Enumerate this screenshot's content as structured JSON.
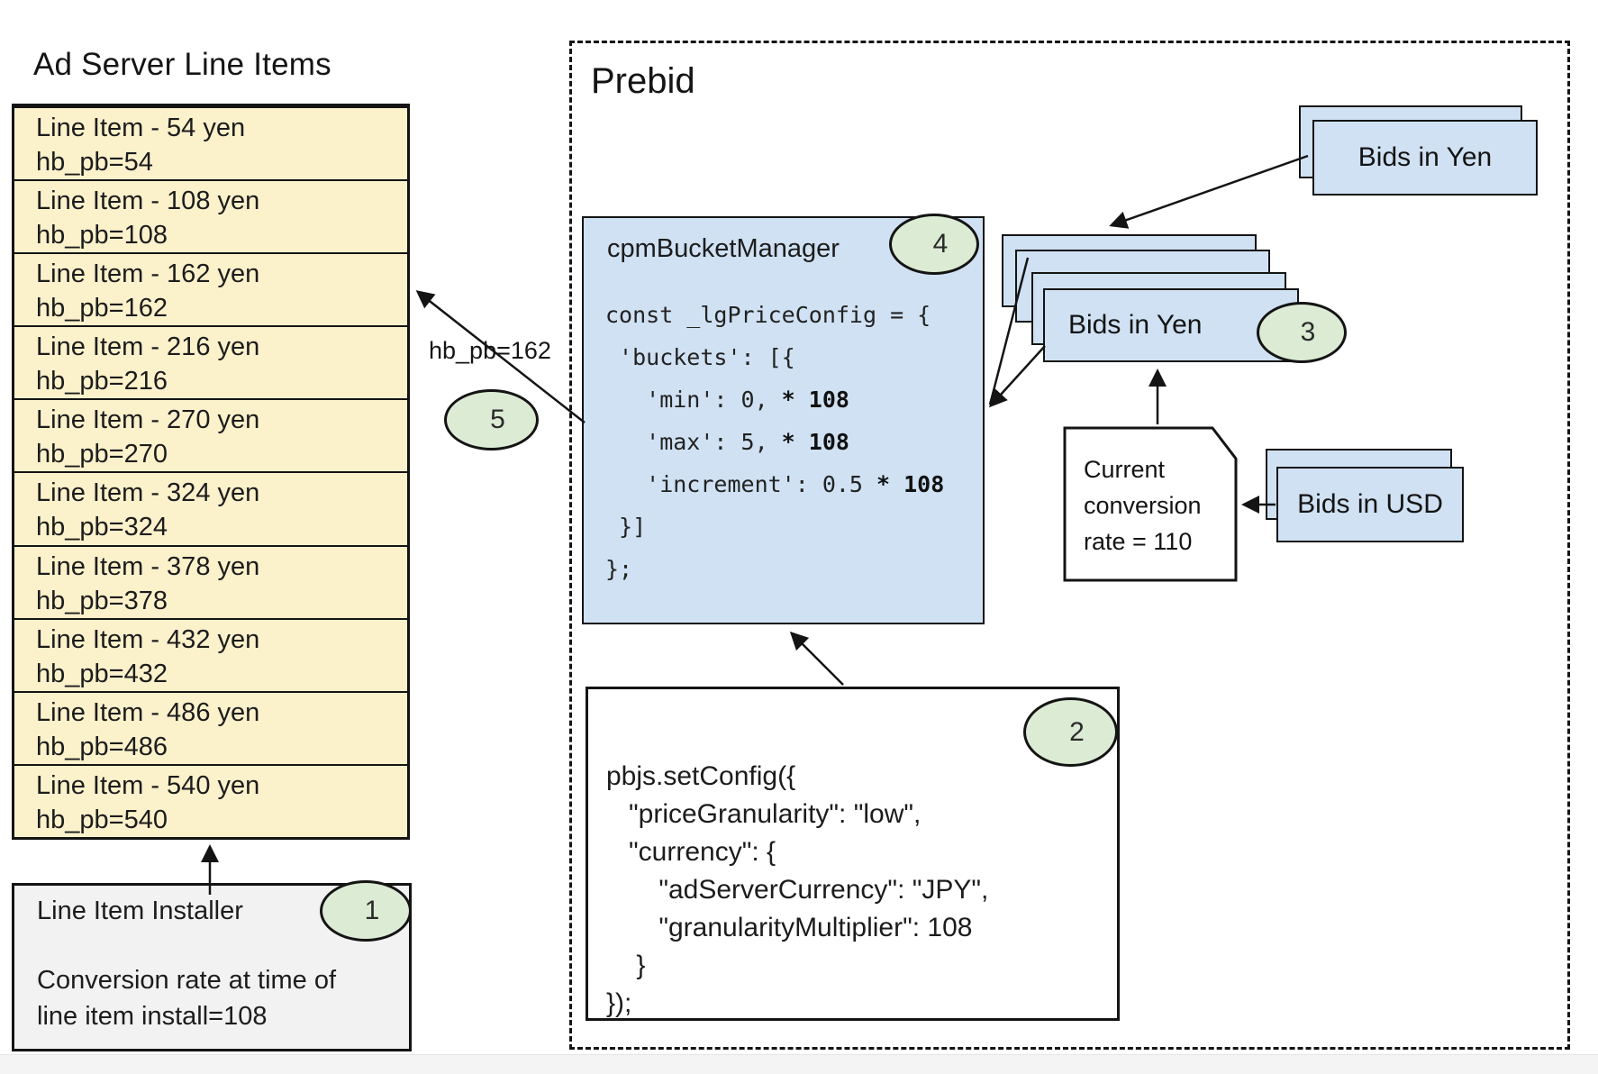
{
  "ad_server": {
    "title": "Ad Server Line Items",
    "line_items": [
      {
        "title": "Line Item - 54 yen",
        "hb_pb": "hb_pb=54"
      },
      {
        "title": "Line Item - 108 yen",
        "hb_pb": "hb_pb=108"
      },
      {
        "title": "Line Item - 162 yen",
        "hb_pb": "hb_pb=162"
      },
      {
        "title": "Line Item - 216 yen",
        "hb_pb": "hb_pb=216"
      },
      {
        "title": "Line Item - 270 yen",
        "hb_pb": "hb_pb=270"
      },
      {
        "title": "Line Item - 324 yen",
        "hb_pb": "hb_pb=324"
      },
      {
        "title": "Line Item - 378 yen",
        "hb_pb": "hb_pb=378"
      },
      {
        "title": "Line Item - 432 yen",
        "hb_pb": "hb_pb=432"
      },
      {
        "title": "Line Item - 486 yen",
        "hb_pb": "hb_pb=486"
      },
      {
        "title": "Line Item - 540 yen",
        "hb_pb": "hb_pb=540"
      }
    ],
    "installer": {
      "title": "Line Item Installer",
      "badge": "1",
      "note": "Conversion rate at time of\nline item install=108"
    }
  },
  "prebid": {
    "title": "Prebid",
    "cpm_bucket_manager": {
      "title": "cpmBucketManager",
      "badge": "4",
      "code": [
        {
          "pre": "const _lgPriceConfig = {",
          "bold": ""
        },
        {
          "pre": " 'buckets': [{",
          "bold": ""
        },
        {
          "pre": "   'min': 0, ",
          "bold": "* 108"
        },
        {
          "pre": "   'max': 5, ",
          "bold": "* 108"
        },
        {
          "pre": "   'increment': 0.5 ",
          "bold": "* 108"
        },
        {
          "pre": " }]",
          "bold": ""
        },
        {
          "pre": "};",
          "bold": ""
        }
      ]
    },
    "set_config": {
      "badge": "2",
      "code": [
        "pbjs.setConfig({",
        "   \"priceGranularity\": \"low\",",
        "   \"currency\": {",
        "       \"adServerCurrency\": \"JPY\",",
        "       \"granularityMultiplier\": 108",
        "    }",
        "});"
      ]
    },
    "bids_in_yen_incoming": {
      "label": "Bids in Yen"
    },
    "bids_in_yen_stack": {
      "label": "Bids in Yen",
      "badge": "3"
    },
    "bids_in_usd": {
      "label": "Bids in USD"
    },
    "conversion_note": {
      "text": "Current\nconversion\nrate = 110"
    },
    "hb_pb_arrow_label": "hb_pb=162",
    "hb_pb_badge": "5"
  },
  "colors": {
    "line_item_fill": "#FBF1CB",
    "card_fill": "#CFE1F2",
    "badge_fill": "#DCEBD4",
    "installer_fill": "#F2F2F2",
    "ink": "#141414"
  }
}
